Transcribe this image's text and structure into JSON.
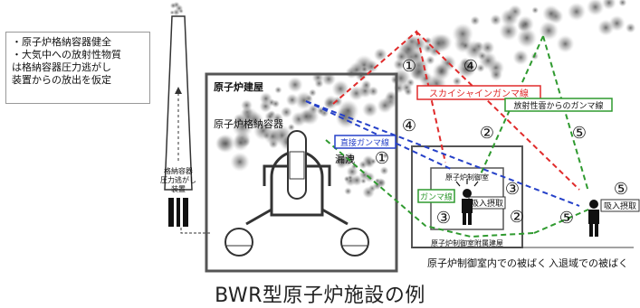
{
  "notes": [
    "・原子炉格納容器健全",
    "・大気中への放射性物質",
    "  は格納容器圧力逃がし",
    "  装置からの放出を仮定"
  ],
  "labels": {
    "reactor_building": "原子炉建屋",
    "containment_vessel": "原子炉格納容器",
    "leak": "漏洩",
    "vent_line1": "格納容器",
    "vent_line2": "圧力逃がし",
    "vent_line3": "装置",
    "control_room": "原子炉制御室",
    "control_annex": "原子炉制御室附属建屋",
    "exposure_control": "原子炉制御室内での被ばく",
    "exposure_entry": "入退域での被ばく",
    "inhalation": "吸入摂取",
    "skyshine": "スカイシャインガンマ線",
    "cloud_gamma": "放射性雲からのガンマ線",
    "direct_gamma": "直接ガンマ線",
    "gamma": "ガンマ線"
  },
  "numbers": {
    "n1": "①",
    "n2": "②",
    "n3": "③",
    "n4": "④",
    "n5": "⑤"
  },
  "caption": "BWR型原子炉施設の例",
  "colors": {
    "red": "#e02b2b",
    "green": "#2f9a2f",
    "blue": "#2540c8",
    "box": "#555555"
  }
}
